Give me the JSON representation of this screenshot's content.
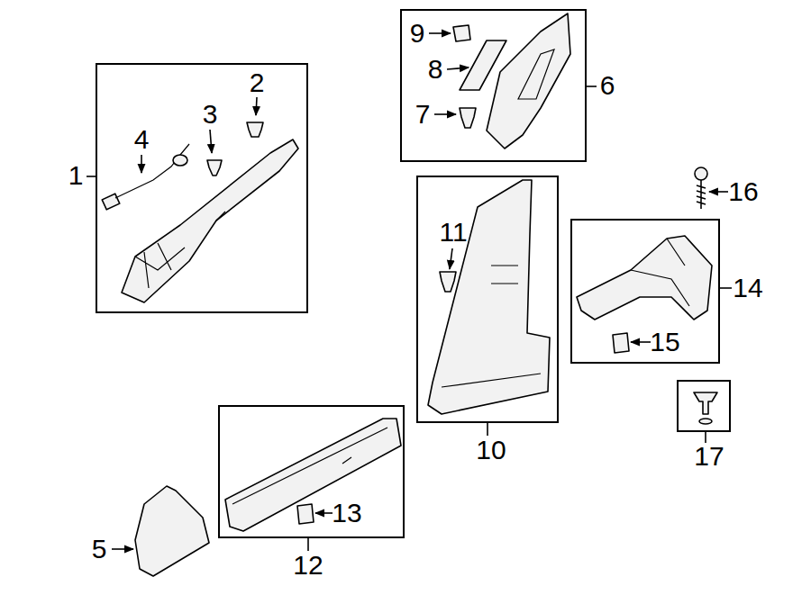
{
  "diagram": {
    "nodes": [
      {
        "text": [
          "1",
          "2",
          "3",
          "4"
        ]
      },
      {
        "text": [
          "9",
          "8",
          "6",
          "7"
        ]
      },
      {
        "text": [
          "11",
          "10"
        ]
      },
      {
        "text": [
          "14",
          "15"
        ]
      },
      {
        "text": [
          "13",
          "12"
        ]
      },
      {
        "text": [
          "17"
        ]
      }
    ],
    "edges": [],
    "labels": [
      "5",
      "16"
    ]
  }
}
